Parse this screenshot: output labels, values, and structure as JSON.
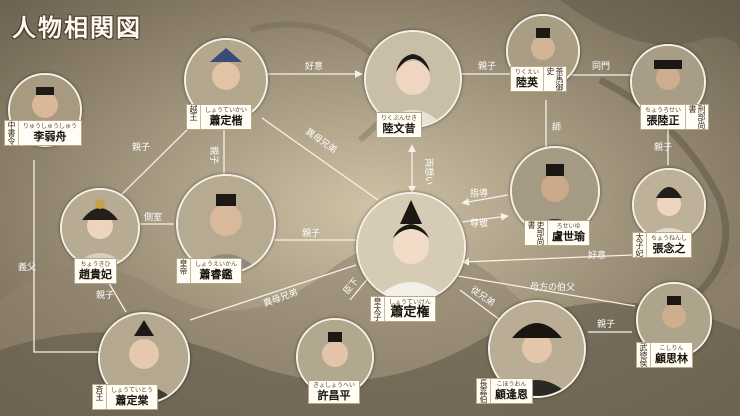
{
  "title": "人物相関図",
  "colors": {
    "line": "#f6f1e6",
    "arrow": "#f6f1e6",
    "box": "#fffdf6"
  },
  "people": {
    "liu": {
      "role": "中書令",
      "ruby": "りゅうしゅうしゅう",
      "name": "李弱舟"
    },
    "xiao_dingkai": {
      "role": "越王",
      "ruby": "しょうていかい",
      "name": "蕭定楷"
    },
    "lu_wenxi": {
      "ruby": "りくぶんせき",
      "name": "陸文昔"
    },
    "lu_ying": {
      "role": "茶馬御史",
      "ruby": "りくえい",
      "name": "陸英"
    },
    "zhang_luzheng": {
      "role": "刑部尚書",
      "ruby": "ちょうろせい",
      "name": "張陸正"
    },
    "zhao_guifei": {
      "ruby": "ちょうきひ",
      "name": "趙貴妃"
    },
    "xiao_ruijian": {
      "role": "皇帝",
      "ruby": "しょうえいかん",
      "name": "蕭睿鑑"
    },
    "xiao_dingquan": {
      "role": "皇太子",
      "ruby": "しょうていけん",
      "name": "蕭定権"
    },
    "lu_shiyu": {
      "role": "吏部尚書",
      "ruby": "ろせいゆ",
      "name": "盧世瑜"
    },
    "zhang_nianzhi": {
      "role": "太子妃",
      "ruby": "ちょうねんし",
      "name": "張念之"
    },
    "xiao_dingtang": {
      "role": "斉王",
      "ruby": "しょうていとう",
      "name": "蕭定棠"
    },
    "xu_changping": {
      "ruby": "きょしょうへい",
      "name": "許昌平"
    },
    "gu_fengen": {
      "role": "長嘉伯",
      "ruby": "こほうおん",
      "name": "顧逢恩"
    },
    "gu_silin": {
      "role": "武徳侯",
      "ruby": "こしりん",
      "name": "顧思林"
    }
  },
  "relations": {
    "r1": "好意",
    "r2": "親子",
    "r3": "同門",
    "r4": "親子",
    "r5": "親子",
    "r6": "異母兄弟",
    "r7": "師",
    "r8": "両想い",
    "r9": "指導",
    "r10": "尊敬",
    "r11": "側室",
    "r12": "親子",
    "r13": "親子",
    "r14": "義父",
    "r15": "親子",
    "r16": "異母兄弟",
    "r17": "好意",
    "r18": "母方の伯父",
    "r19": "従兄弟",
    "r20": "臣下",
    "r21": "親子"
  }
}
